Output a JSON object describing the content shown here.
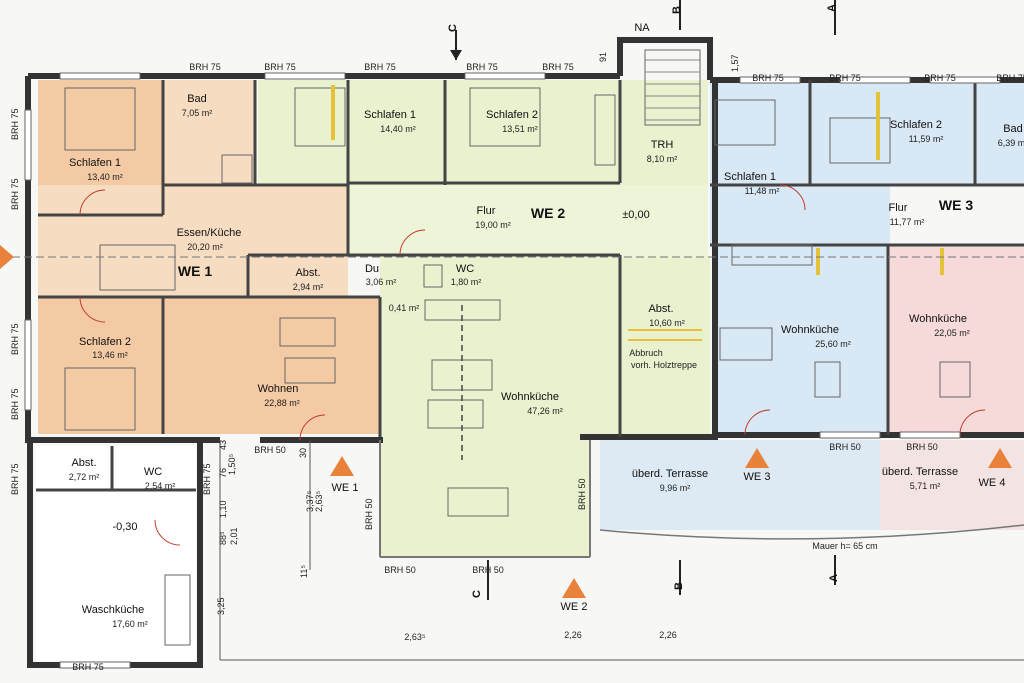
{
  "units": [
    {
      "id": "we1",
      "label": "WE 1"
    },
    {
      "id": "we2",
      "label": "WE 2"
    },
    {
      "id": "we3",
      "label": "WE 3"
    },
    {
      "id": "we4",
      "label": "WE 4"
    }
  ],
  "rooms": [
    {
      "key": "schlafen1_we1",
      "name": "Schlafen 1",
      "area": "13,40 m²"
    },
    {
      "key": "bad_we1",
      "name": "Bad",
      "area": "7,05 m²"
    },
    {
      "key": "essen_kueche",
      "name": "Essen/Küche",
      "area": "20,20 m²"
    },
    {
      "key": "abst_we1",
      "name": "Abst.",
      "area": "2,94 m²"
    },
    {
      "key": "schlafen2_we1",
      "name": "Schlafen 2",
      "area": "13,46 m²"
    },
    {
      "key": "wohnen",
      "name": "Wohnen",
      "area": "22,88 m²"
    },
    {
      "key": "abst_small",
      "name": "Abst.",
      "area": "2,72 m²"
    },
    {
      "key": "wc_small",
      "name": "WC",
      "area": "2,54 m²"
    },
    {
      "key": "waschkueche",
      "name": "Waschküche",
      "area": "17,60 m²"
    },
    {
      "key": "schlafen1_we2",
      "name": "Schlafen 1",
      "area": "14,40 m²"
    },
    {
      "key": "schlafen2_we2",
      "name": "Schlafen 2",
      "area": "13,51 m²"
    },
    {
      "key": "flur_we2",
      "name": "Flur",
      "area": "19,00 m²"
    },
    {
      "key": "du",
      "name": "Du",
      "area": "3,06 m²"
    },
    {
      "key": "wc_we2",
      "name": "WC",
      "area": "1,80 m²"
    },
    {
      "key": "wohnkueche_we2",
      "name": "Wohnküche",
      "area": "47,26 m²"
    },
    {
      "key": "trh",
      "name": "TRH",
      "area": "8,10 m²"
    },
    {
      "key": "abst_we2",
      "name": "Abst.",
      "area": "10,60 m²"
    },
    {
      "key": "schlafen1_we3",
      "name": "Schlafen 1",
      "area": "11,48 m²"
    },
    {
      "key": "flur_we3",
      "name": "Flur",
      "area": "11,77 m²"
    },
    {
      "key": "wohnkueche_we3",
      "name": "Wohnküche",
      "area": "25,60 m²"
    },
    {
      "key": "schlafen2_we4",
      "name": "Schlafen 2",
      "area": "11,59 m²"
    },
    {
      "key": "bad_we4",
      "name": "Bad",
      "area": "6,39 m²"
    },
    {
      "key": "wohnkueche_we4",
      "name": "Wohnküche",
      "area": "22,05 m²"
    },
    {
      "key": "terrasse_we3",
      "name": "überd. Terrasse",
      "area": "9,96 m²"
    },
    {
      "key": "terrasse_we4",
      "name": "überd. Terrasse",
      "area": "5,71 m²"
    }
  ],
  "notes": {
    "abbruch1": "Abbruch",
    "abbruch2": "vorh. Holztreppe",
    "level_zero": "±0,00",
    "level_minus": "-0,30",
    "na": "NA",
    "mauer": "Mauer h= 65 cm",
    "small_area": "0,41 m²"
  },
  "labels": {
    "brh75": "BRH 75",
    "brh50": "BRH 50"
  },
  "sections": {
    "a": "A",
    "b": "B",
    "c": "C"
  },
  "dims": {
    "d1": "2,63⁵",
    "d2": "2,26",
    "d3": "2,26",
    "d4": "3,25",
    "d5": "3,37⁵",
    "d6": "2,63⁵",
    "d7": "1,10",
    "d8": "1,50⁵",
    "d9": "2,01",
    "d10": "88⁵",
    "d11": "11⁵",
    "d12": "76",
    "d13": "30",
    "d14": "43",
    "d15": "91",
    "d16": "1,57"
  },
  "colors": {
    "we1": "#f3caa4",
    "we1_light": "#f6dcc1",
    "we2": "#e9f1cf",
    "we3": "#d9e8f5",
    "we4": "#f6d9d9",
    "wall": "#333333",
    "accent_red": "#c0392b",
    "accent_yellow": "#e4c23a",
    "marker": "#e8823a"
  }
}
